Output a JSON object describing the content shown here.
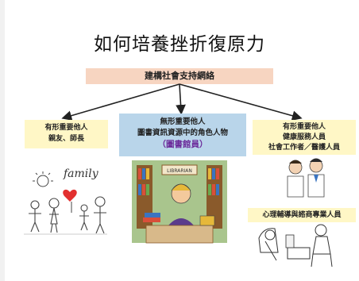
{
  "title": "如何培養挫折復原力",
  "support_box": "建構社會支持網絡",
  "tangible_family": {
    "line1": "有形重要他人",
    "line2": "親友、師長"
  },
  "intangible": {
    "line1": "無形重要他人",
    "line2": "圖書資訊資源中的角色人物",
    "line3": "（圖書館員）"
  },
  "tangible_professional": {
    "line1": "有形重要他人",
    "line2": "健康服務人員",
    "line3": "社會工作者／醫護人員"
  },
  "counselor_box": "心理輔導與諮商專業人員",
  "illustration_texts": {
    "family": "family",
    "librarian_sign": "LIBRARIAN"
  },
  "colors": {
    "support_box_bg": "#f7d5c1",
    "tangible_bg": "#fff7c6",
    "intangible_bg": "#b9d5ea",
    "librarian_text": "#6b2a9a",
    "heart": "#e2302f"
  }
}
